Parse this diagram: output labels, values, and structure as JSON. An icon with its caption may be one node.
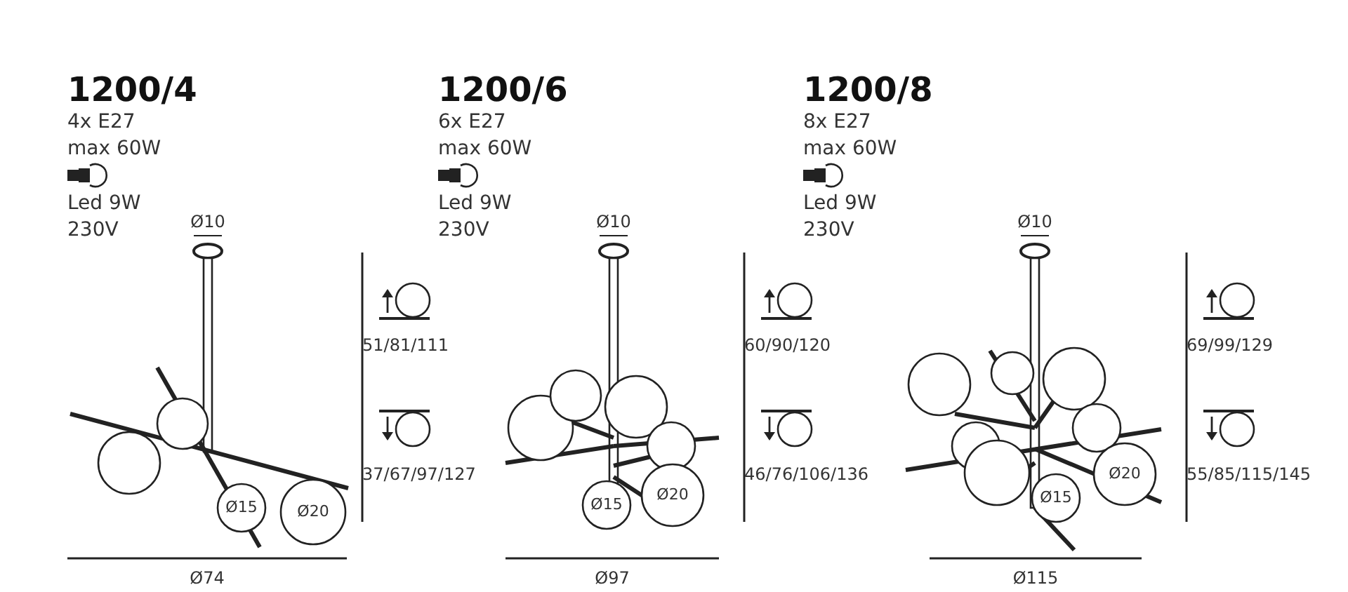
{
  "diagram": {
    "labels": [
      "1200/4",
      "4x E27",
      "max 60W",
      "Led 9W",
      "230V",
      "Ø10",
      "51/81/111",
      "37/67/97/127",
      "Ø15",
      "Ø20",
      "Ø74",
      "1200/6",
      "6x E27",
      "max 60W",
      "Led 9W",
      "230V",
      "Ø10",
      "60/90/120",
      "46/76/106/136",
      "Ø15",
      "Ø20",
      "Ø97",
      "1200/8",
      "8x E27",
      "max 60W",
      "Led 9W",
      "230V",
      "Ø10",
      "69/99/129",
      "55/85/115/145",
      "Ø15",
      "Ø20",
      "Ø115"
    ]
  }
}
